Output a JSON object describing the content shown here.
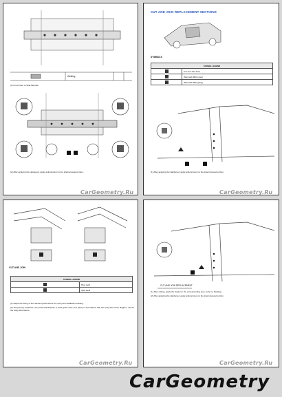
{
  "page1": {
    "legend_label": "Welding",
    "fig_note_top": "(1) Front Floor to Side Member",
    "fig_note_bottom": "(2) After applying the Hardened, apply anticorrosion to the internal panel portion.",
    "watermark": "CarGeometry.Ru"
  },
  "page2": {
    "heading": "CUT AND JOIN REPLACEMENT SECTIONS",
    "sub_heading": "SYMBOLS",
    "table_header": "SYMBOL LEGEND",
    "rows": [
      {
        "text": "Cut and Join Area"
      },
      {
        "text": "Weld with MIG (spot)"
      },
      {
        "text": "Weld with MIG (plug)"
      }
    ],
    "fig_note": "(1) After applying the Hardened, apply anticorrosion to the internal panel portion.",
    "watermark": "CarGeometry.Ru"
  },
  "page3": {
    "sub_heading": "CUT AND JOIN",
    "table_header": "SYMBOL LEGEND",
    "rows": [
      {
        "text": "Plug weld"
      },
      {
        "text": "Spot weld"
      }
    ],
    "note1": "(1) Adjust the fitting of the relevant parts before the new part installation welding.",
    "note2": "(2) Temporarily install the new parts and Release to weld (part of the new parts) in accordance with the body dimension diagram. Check the body dimensions.",
    "watermark": "CarGeometry.Ru"
  },
  "page4": {
    "fig_caption": "CUT AND JOIN REPLACEMENT",
    "note1": "(1) After cutting, apply the Sealer to the corresponding area. (refer to Sealing)",
    "note2": "(2) After applying the Hardened, apply anticorrosion to the internal panel portion.",
    "watermark": "CarGeometry.Ru"
  },
  "brand": "CarGeometry"
}
